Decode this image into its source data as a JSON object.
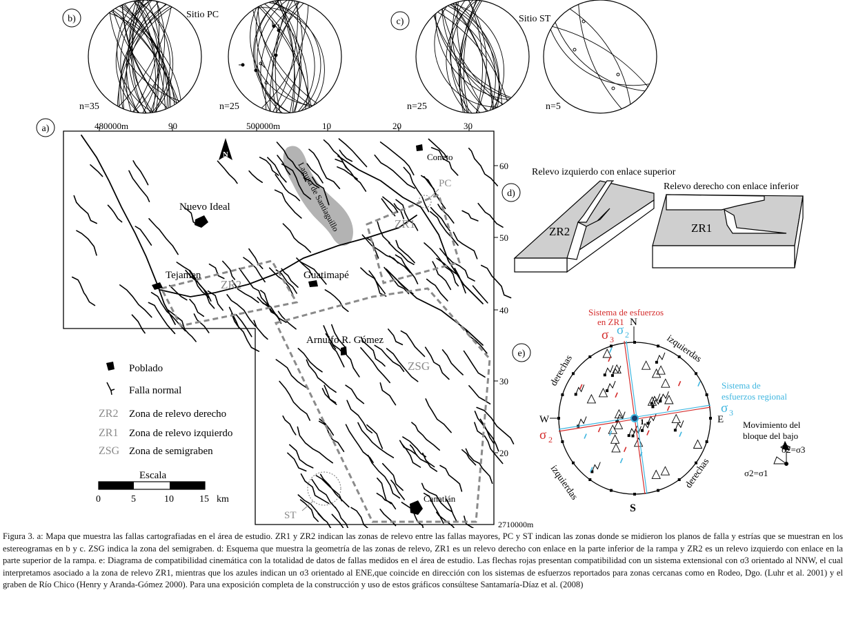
{
  "panels": {
    "a": "a)",
    "b": "b)",
    "c": "c)",
    "d": "d)",
    "e": "e)"
  },
  "stereonets": {
    "site_pc_title": "Sitio PC",
    "site_st_title": "Sitio ST",
    "n_pc_left": "n=35",
    "n_pc_right": "n=25",
    "n_st_left": "n=25",
    "n_st_right": "n=5"
  },
  "map": {
    "top_ticks": [
      "480000m",
      "90",
      "500000m",
      "10",
      "20",
      "30"
    ],
    "right_ticks": [
      "60",
      "50",
      "40",
      "30",
      "20"
    ],
    "bottom_right_tick": "2710000m",
    "north": "N",
    "places": {
      "coneto": "Coneto",
      "nuevo_ideal": "Nuevo Ideal",
      "tejamen": "Tejamen",
      "guatimape": "Guatimapé",
      "arnulfo": "Arnulfo R. Gómez",
      "canatlan": "Canatlán"
    },
    "lake": "Laguna de Santiaguillo",
    "zones": {
      "pc": "PC",
      "zr1": "ZR1",
      "zr2": "ZR2",
      "zsg": "ZSG",
      "st": "ST"
    }
  },
  "legend": {
    "poblado": "Poblado",
    "falla": "Falla normal",
    "zr2_code": "ZR2",
    "zr2_text": "Zona de relevo derecho",
    "zr1_code": "ZR1",
    "zr1_text": "Zona de relevo izquierdo",
    "zsg_code": "ZSG",
    "zsg_text": "Zona de semigraben"
  },
  "scale": {
    "title": "Escala",
    "ticks": [
      "0",
      "5",
      "10",
      "15"
    ],
    "unit": "km"
  },
  "block_diagrams": {
    "left_title": "Relevo izquierdo con enlace superior",
    "right_title": "Relevo derecho con enlace inferior",
    "left_label": "ZR2",
    "right_label": "ZR1"
  },
  "kinematic": {
    "local_title_1": "Sistema de esfuerzos",
    "local_title_2": "en ZR1",
    "regional_title_1": "Sistema de",
    "regional_title_2": "esfuerzos regional",
    "north": "N",
    "south": "S",
    "east": "E",
    "west": "W",
    "izq_top": "izquierdas",
    "izq_bottom": "izquierdas",
    "der_left": "derechas",
    "der_right": "derechas",
    "sigma3": "σ",
    "sigma3_sub": "3",
    "sigma2": "σ",
    "sigma2_sub": "2",
    "sigma1_sub": "1",
    "mov_title_1": "Movimiento del",
    "mov_title_2": "bloque del bajo",
    "mov_eq_1": "σ2=σ3",
    "mov_eq_2": "σ2=σ1"
  },
  "colors": {
    "red": "#d42b2b",
    "cyan": "#3fb6e0",
    "zone_gray": "#8a8a8a",
    "lake": "#b3b3b3"
  },
  "caption": {
    "text": "Figura 3. a: Mapa que muestra las fallas cartografiadas en el área de estudio. ZR1 y ZR2 indican las zonas de relevo entre las fallas mayores, PC y ST indican las zonas donde se midieron los planos de falla y estrías que se muestran en los estereogramas en b y c. ZSG indica la zona del semigraben. d: Esquema que muestra la geometría de las zonas de relevo, ZR1 es un relevo derecho con enlace en la parte inferior de la rampa y ZR2 es un relevo izquierdo con enlace en la parte superior de la rampa. e: Diagrama de compatibilidad cinemática con la totalidad de datos de fallas medidos en el área de estudio. Las flechas rojas presentan compatibilidad con un sistema extensional con σ3 orientado al NNW, el cual interpretamos asociado a la zona de relevo ZR1, mientras que los azules indican un σ3 orientado al ENE,que coincide en dirección con los sistemas de esfuerzos reportados para zonas cercanas como en Rodeo, Dgo. (Luhr et al. 2001) y el graben de Río Chico (Henry y Aranda-Gómez 2000). Para una exposición completa de la construcción y uso de estos gráficos consúltese Santamaría-Díaz et al. (2008)"
  }
}
